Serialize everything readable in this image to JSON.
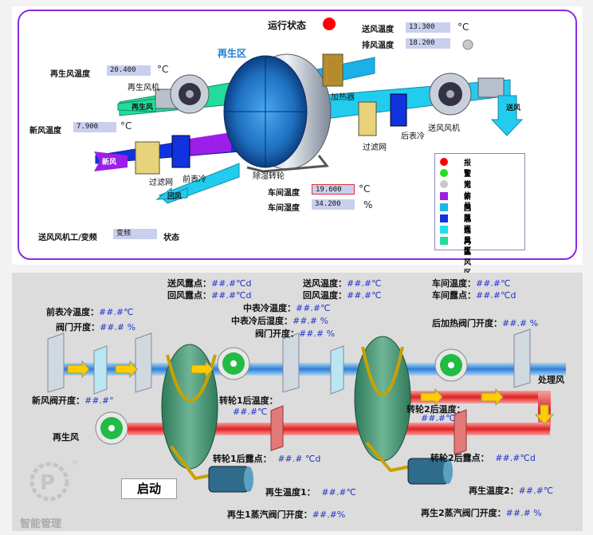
{
  "top": {
    "run_status_label": "运行状态",
    "status_color": "#ff0000",
    "supply_temp_label": "送风温度",
    "supply_temp_value": "13.300",
    "supply_temp_unit": "°C",
    "exhaust_temp_label": "排风温度",
    "exhaust_temp_value": "18.200",
    "regen_zone_label": "再生区",
    "regen_temp_label": "再生风温度",
    "regen_temp_value": "20.400",
    "regen_temp_unit": "°C",
    "regen_fan_label": "再生风机",
    "regen_wind_label": "再生风",
    "fresh_temp_label": "新风温度",
    "fresh_temp_value": "7.900",
    "fresh_temp_unit": "°C",
    "fresh_wind_label": "新风",
    "heater_label": "加热器",
    "filter_right_label": "过滤网",
    "filter_left_label": "过滤网",
    "precool_label": "前表冷",
    "postcool_label": "后表冷",
    "supply_fan_label": "送风风机",
    "supply_wind_label": "送风",
    "return_wind_label": "回风",
    "dehum_wheel_label": "除湿转轮",
    "room_temp_label": "车间温度",
    "room_temp_value": "19.600",
    "room_temp_unit": "°C",
    "room_hum_label": "车间湿度",
    "room_hum_value": "34.200",
    "room_hum_unit": "%",
    "fan_mode_label": "送风风机工/变频",
    "fan_mode_value": "变频",
    "fan_mode_suffix": "状态",
    "legend": [
      {
        "label": "报警",
        "color": "#ff0000",
        "shape": "circle"
      },
      {
        "label": "正常",
        "color": "#22dd22",
        "shape": "circle"
      },
      {
        "label": "无信号",
        "color": "#c8c8c8",
        "shape": "circle"
      },
      {
        "label": "新风区",
        "color": "#9b1fe8",
        "shape": "square"
      },
      {
        "label": "回风区",
        "color": "#19b7e8",
        "shape": "square"
      },
      {
        "label": "混合风区",
        "color": "#1133dd",
        "shape": "square"
      },
      {
        "label": "送风区",
        "color": "#22ddee",
        "shape": "square"
      },
      {
        "label": "再生风区",
        "color": "#22dd99",
        "shape": "square"
      }
    ]
  },
  "bottom": {
    "supply_dew_label": "送风露点：",
    "supply_dew_value": "##.#℃d",
    "return_dew_label": "回风露点：",
    "return_dew_value": "##.#℃d",
    "supply_temp_label": "送风温度：",
    "supply_temp_value": "##.#℃",
    "return_temp_label": "回风温度：",
    "return_temp_value": "##.#℃",
    "room_temp_label": "车间温度：",
    "room_temp_value": "##.#℃",
    "room_dew_label": "车间露点：",
    "room_dew_value": "##.#℃d",
    "precool_temp_label": "前表冷温度：",
    "precool_temp_value": "##.#℃",
    "valve1_label": "阀门开度：",
    "valve1_value": "##.# %",
    "midcool_temp_label": "中表冷温度：",
    "midcool_temp_value": "##.#℃",
    "midcool_hum_label": "中表冷后湿度：",
    "midcool_hum_value": "##.# %",
    "valve2_label": "阀门开度：",
    "valve2_value": "##.# %",
    "postheat_valve_label": "后加热阀门开度：",
    "postheat_valve_value": "##.# %",
    "fresh_valve_label": "新风阀开度：",
    "fresh_valve_value": "##.#°",
    "wheel1_temp_label": "转轮1后温度：",
    "wheel1_temp_value": "##.#℃",
    "wheel2_temp_label": "转轮2后温度：",
    "wheel2_temp_value": "##.#℃",
    "process_wind_label": "处理风",
    "regen_wind_label": "再生风",
    "wheel1_dew_label": "转轮1后露点：",
    "wheel1_dew_value": "##.# ℃d",
    "wheel2_dew_label": "转轮2后露点：",
    "wheel2_dew_value": "##.#℃d",
    "start_button": "启动",
    "regen_temp1_label": "再生温度1：",
    "regen_temp1_value": "##.#℃",
    "regen_temp2_label": "再生温度2：",
    "regen_temp2_value": "##.#℃",
    "steam1_label": "再生1蒸汽阀门开度：",
    "steam1_value": "##.#%",
    "steam2_label": "再生2蒸汽阀门开度：",
    "steam2_value": "##.# %",
    "watermark_text": "智能管理"
  }
}
